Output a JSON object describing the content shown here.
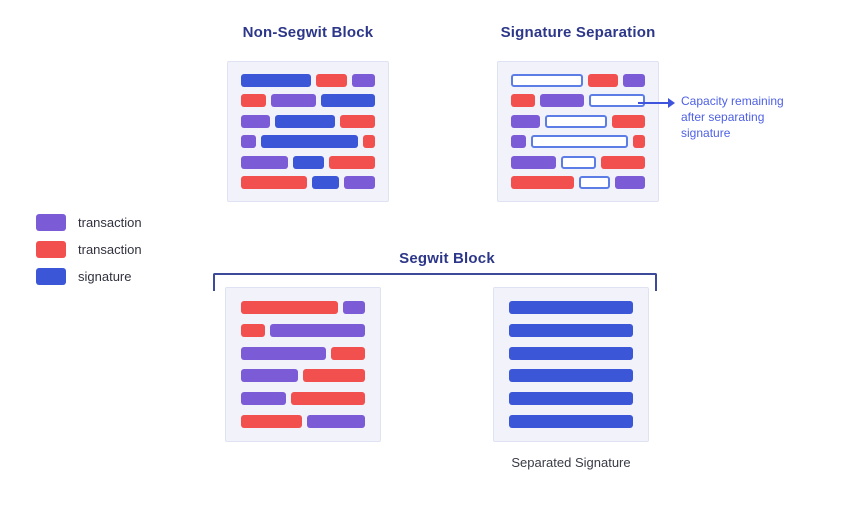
{
  "colors": {
    "purple": "#7C5CD6",
    "red": "#F2504F",
    "blue": "#3B56D6",
    "outline_border": "#5C7CE6",
    "title_navy": "#2D3789",
    "annotation_blue": "#4F61E4",
    "box_background": "#F2F3FA",
    "box_border": "#DEE2F2",
    "label_dark": "#31323E"
  },
  "non_segwit": {
    "title": "Non-Segwit Block",
    "rows": [
      [
        {
          "t": "blue",
          "w": 70
        },
        {
          "t": "red",
          "w": 31
        },
        {
          "t": "purple",
          "w": 23
        }
      ],
      [
        {
          "t": "red",
          "w": 25
        },
        {
          "t": "purple",
          "w": 45
        },
        {
          "t": "blue",
          "w": 54
        }
      ],
      [
        {
          "t": "purple",
          "w": 29
        },
        {
          "t": "blue",
          "w": 59
        },
        {
          "t": "red",
          "w": 34
        }
      ],
      [
        {
          "t": "purple",
          "w": 15
        },
        {
          "t": "blue",
          "w": 96
        },
        {
          "t": "red",
          "w": 12
        }
      ],
      [
        {
          "t": "purple",
          "w": 45
        },
        {
          "t": "blue",
          "w": 30
        },
        {
          "t": "red",
          "w": 44
        }
      ],
      [
        {
          "t": "red",
          "w": 64
        },
        {
          "t": "blue",
          "w": 27
        },
        {
          "t": "purple",
          "w": 30
        }
      ]
    ]
  },
  "signature_separation": {
    "title": "Signature Separation",
    "annotation": "Capacity remaining after separating signature",
    "rows": [
      [
        {
          "t": "outline",
          "w": 70
        },
        {
          "t": "red",
          "w": 31
        },
        {
          "t": "purple",
          "w": 23
        }
      ],
      [
        {
          "t": "red",
          "w": 25
        },
        {
          "t": "purple",
          "w": 45
        },
        {
          "t": "outline",
          "w": 54
        }
      ],
      [
        {
          "t": "purple",
          "w": 29
        },
        {
          "t": "outline",
          "w": 59
        },
        {
          "t": "red",
          "w": 34
        }
      ],
      [
        {
          "t": "purple",
          "w": 15
        },
        {
          "t": "outline",
          "w": 96
        },
        {
          "t": "red",
          "w": 12
        }
      ],
      [
        {
          "t": "purple",
          "w": 45
        },
        {
          "t": "outline",
          "w": 30
        },
        {
          "t": "red",
          "w": 44
        }
      ],
      [
        {
          "t": "red",
          "w": 64
        },
        {
          "t": "outline",
          "w": 27
        },
        {
          "t": "purple",
          "w": 30
        }
      ]
    ]
  },
  "legend": {
    "items": [
      {
        "swatch": "purple",
        "label": "transaction"
      },
      {
        "swatch": "red",
        "label": "transaction"
      },
      {
        "swatch": "blue",
        "label": "signature"
      }
    ]
  },
  "segwit": {
    "title": "Segwit Block",
    "separated_label": "Separated Signature",
    "tx_rows": [
      [
        {
          "t": "red",
          "w": 103
        },
        {
          "t": "purple",
          "w": 23
        }
      ],
      [
        {
          "t": "red",
          "w": 25
        },
        {
          "t": "purple",
          "w": 100
        }
      ],
      [
        {
          "t": "purple",
          "w": 88
        },
        {
          "t": "red",
          "w": 35
        }
      ],
      [
        {
          "t": "purple",
          "w": 60
        },
        {
          "t": "red",
          "w": 65
        }
      ],
      [
        {
          "t": "purple",
          "w": 47
        },
        {
          "t": "red",
          "w": 78
        }
      ],
      [
        {
          "t": "red",
          "w": 65
        },
        {
          "t": "purple",
          "w": 61
        }
      ]
    ],
    "sig_rows": [
      [
        {
          "t": "blue",
          "w": 1
        }
      ],
      [
        {
          "t": "blue",
          "w": 1
        }
      ],
      [
        {
          "t": "blue",
          "w": 1
        }
      ],
      [
        {
          "t": "blue",
          "w": 1
        }
      ],
      [
        {
          "t": "blue",
          "w": 1
        }
      ],
      [
        {
          "t": "blue",
          "w": 1
        }
      ]
    ]
  }
}
